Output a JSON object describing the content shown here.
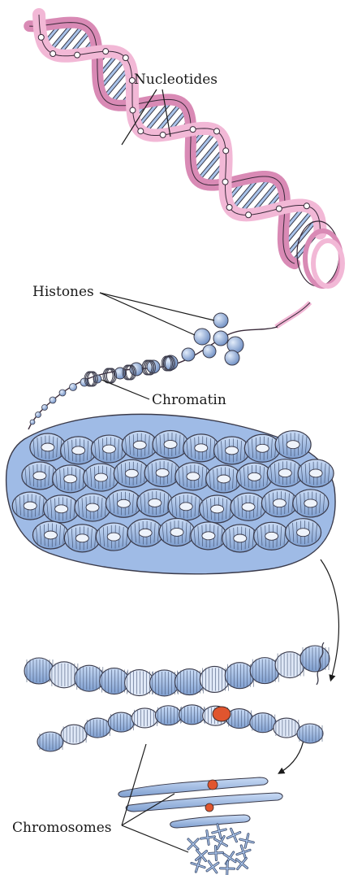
{
  "labels": {
    "nucleotides": "Nucleotides",
    "histones": "Histones",
    "chromatin": "Chromatin",
    "chromosomes": "Chromosomes"
  },
  "colors": {
    "dna_backbone": "#f2b8d6",
    "dna_backbone_dark": "#d98ab5",
    "dna_outline": "#3a2a3a",
    "protein_blue": "#a9c3ea",
    "protein_blue_dark": "#5f7fb5",
    "centromere": "#e0552e",
    "label_text": "#1a1a1a"
  }
}
